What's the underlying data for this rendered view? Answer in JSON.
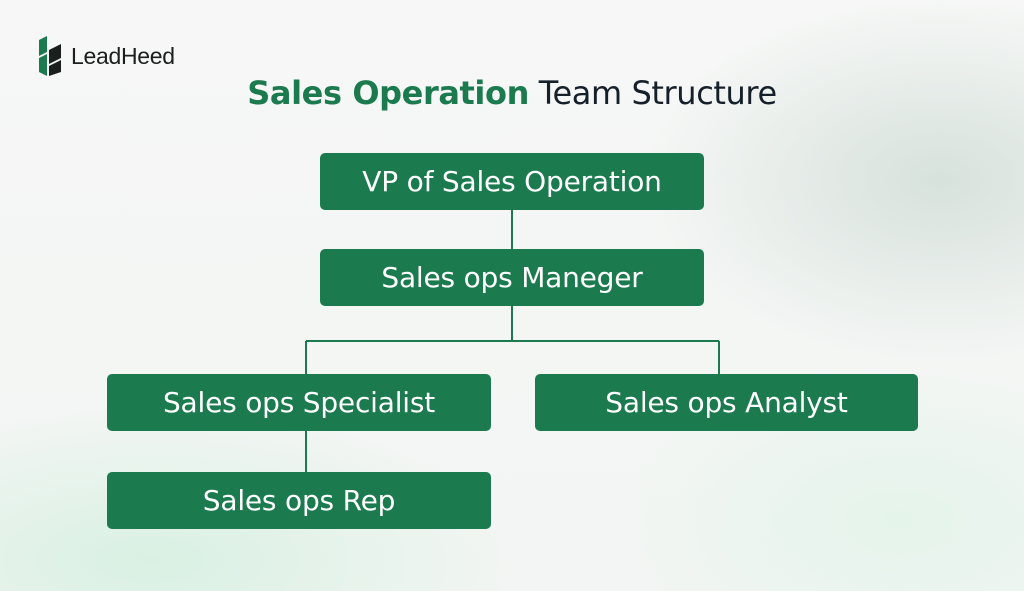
{
  "brand": {
    "name_part1": "Lead",
    "name_part2": "Heed",
    "color": "#1c7a4f"
  },
  "title": {
    "part1": "Sales Operation",
    "part2": " Team Structure"
  },
  "nodes": {
    "vp": "VP of Sales Operation",
    "manager": "Sales ops Maneger",
    "specialist": "Sales ops Specialist",
    "analyst": "Sales ops Analyst",
    "rep": "Sales ops Rep"
  },
  "colors": {
    "node_fill": "#1c7a4f",
    "node_text": "#ffffff",
    "connector": "#1c7a4f",
    "title_accent": "#1c7a4f",
    "title_dark": "#15202b"
  }
}
